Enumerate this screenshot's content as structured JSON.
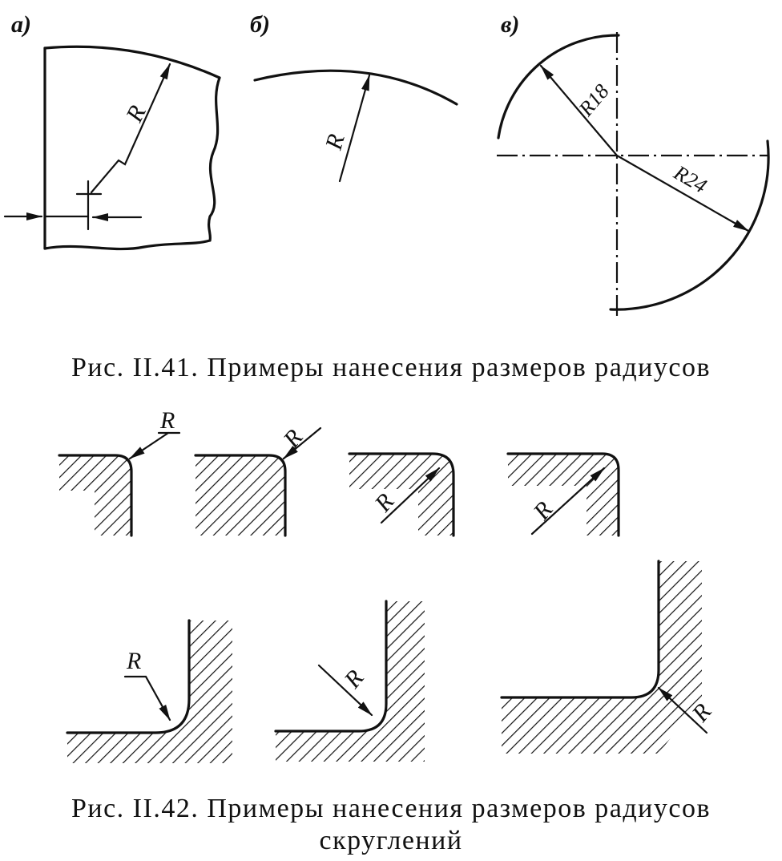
{
  "figure1": {
    "caption": "Рис. II.41. Примеры нанесения размеров радиусов",
    "panel_a": {
      "label": "а)",
      "dim": "R"
    },
    "panel_b": {
      "label": "б)",
      "dim": "R"
    },
    "panel_c": {
      "label": "в)",
      "dim_small": "R18",
      "dim_large": "R24"
    }
  },
  "figure2": {
    "caption_line1": "Рис. II.42. Примеры нанесения размеров радиусов",
    "caption_line2": "скруглений",
    "fillets": [
      {
        "dim": "R"
      },
      {
        "dim": "R"
      },
      {
        "dim": "R"
      },
      {
        "dim": "R"
      },
      {
        "dim": "R"
      },
      {
        "dim": "R"
      },
      {
        "dim": "R"
      }
    ]
  }
}
